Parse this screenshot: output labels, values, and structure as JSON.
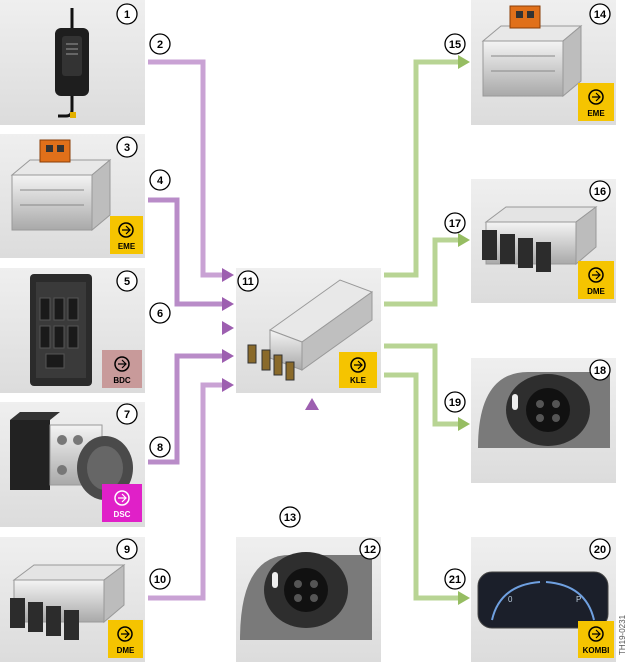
{
  "image_code": "TH19-0231",
  "colors": {
    "input_arrow": "#b07fc0",
    "output_arrow": "#a8c878",
    "panel": "#e6e6e6",
    "badge_yellow": "#f5c400",
    "badge_rose": "#c89a9a",
    "badge_magenta": "#e020c8"
  },
  "components": [
    {
      "id": "c1",
      "number": "1",
      "icon": "charging-cable-unit",
      "badge": ""
    },
    {
      "id": "c3",
      "number": "3",
      "icon": "electric-machine-electronics",
      "badge": "EME"
    },
    {
      "id": "c5",
      "number": "5",
      "icon": "body-domain-controller",
      "badge": "BDC"
    },
    {
      "id": "c7",
      "number": "7",
      "icon": "abs-dsc-unit",
      "badge": "DSC"
    },
    {
      "id": "c9",
      "number": "9",
      "icon": "engine-control-module",
      "badge": "DME"
    },
    {
      "id": "c11",
      "number": "11",
      "icon": "convenience-charging-electronics",
      "badge": "KLE"
    },
    {
      "id": "c12",
      "number": "12",
      "icon": "charging-socket",
      "badge": ""
    },
    {
      "id": "c14",
      "number": "14",
      "icon": "electric-machine-electronics",
      "badge": "EME"
    },
    {
      "id": "c16",
      "number": "16",
      "icon": "engine-control-module",
      "badge": "DME"
    },
    {
      "id": "c18",
      "number": "18",
      "icon": "charging-socket",
      "badge": ""
    },
    {
      "id": "c20",
      "number": "20",
      "icon": "instrument-cluster",
      "badge": "KOMBI"
    }
  ],
  "signals": [
    "2",
    "4",
    "6",
    "8",
    "10",
    "13",
    "15",
    "17",
    "19",
    "21"
  ]
}
